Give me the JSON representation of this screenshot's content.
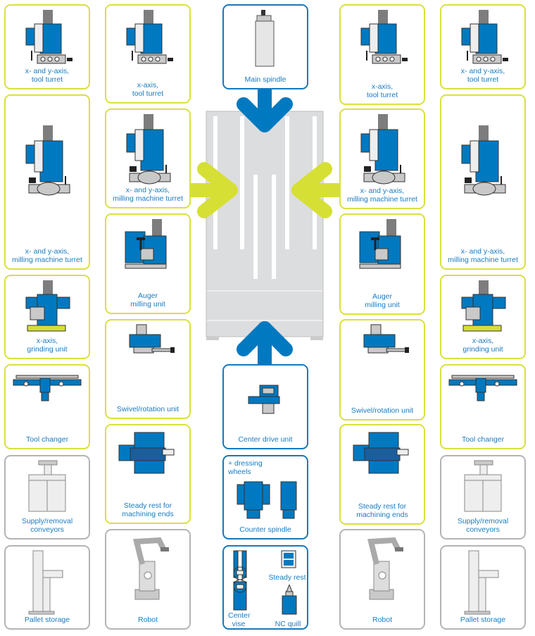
{
  "title": "Machine module overview",
  "colors": {
    "blue": "#0079c1",
    "green": "#d6df34",
    "gray": "#dcdddf"
  },
  "left_outer": [
    {
      "label": "x- and y-axis,\ntool turret",
      "icon": "turret"
    },
    {
      "label": "x- and y-axis,\nmilling machine turret",
      "icon": "milling-turret"
    },
    {
      "label": "x-axis,\ngrinding unit",
      "icon": "grinding"
    },
    {
      "label": "Tool changer",
      "icon": "tool-changer"
    },
    {
      "label": "Supply/removal\nconveyors",
      "icon": "conveyor"
    },
    {
      "label": "Pallet storage",
      "icon": "pallet"
    }
  ],
  "left_inner": [
    {
      "label": "x-axis,\ntool turret",
      "icon": "turret"
    },
    {
      "label": "x- and y-axis,\nmilling machine turret",
      "icon": "milling-turret"
    },
    {
      "label": "Auger\nmilling unit",
      "icon": "auger"
    },
    {
      "label": "Swivel/rotation unit",
      "icon": "swivel"
    },
    {
      "label": "Steady rest for\nmachining ends",
      "icon": "steady"
    },
    {
      "label": "Robot",
      "icon": "robot"
    }
  ],
  "center": {
    "main_spindle": {
      "label": "Main spindle",
      "icon": "spindle"
    },
    "center_drive": {
      "label": "Center drive unit",
      "icon": "center-drive"
    },
    "counter_spindle": {
      "label": "Counter spindle",
      "note": "+ dressing\nwheels",
      "icon": "counter-spindle"
    },
    "bottom": {
      "center_vise": "Center\nvise",
      "steady_rest": "Steady rest",
      "nc_quill": "NC quill"
    }
  },
  "right_inner": [
    {
      "label": "x-axis,\ntool turret",
      "icon": "turret"
    },
    {
      "label": "x- and y-axis,\nmilling machine turret",
      "icon": "milling-turret"
    },
    {
      "label": "Auger\nmilling unit",
      "icon": "auger"
    },
    {
      "label": "Swivel/rotation unit",
      "icon": "swivel"
    },
    {
      "label": "Steady rest for\nmachining ends",
      "icon": "steady"
    },
    {
      "label": "Robot",
      "icon": "robot"
    }
  ],
  "right_outer": [
    {
      "label": "x- and y-axis,\ntool turret",
      "icon": "turret"
    },
    {
      "label": "x- and y-axis,\nmilling machine turret",
      "icon": "milling-turret"
    },
    {
      "label": "x-axis,\ngrinding unit",
      "icon": "grinding"
    },
    {
      "label": "Tool changer",
      "icon": "tool-changer"
    },
    {
      "label": "Supply/removal\nconveyors",
      "icon": "conveyor"
    },
    {
      "label": "Pallet storage",
      "icon": "pallet"
    }
  ]
}
